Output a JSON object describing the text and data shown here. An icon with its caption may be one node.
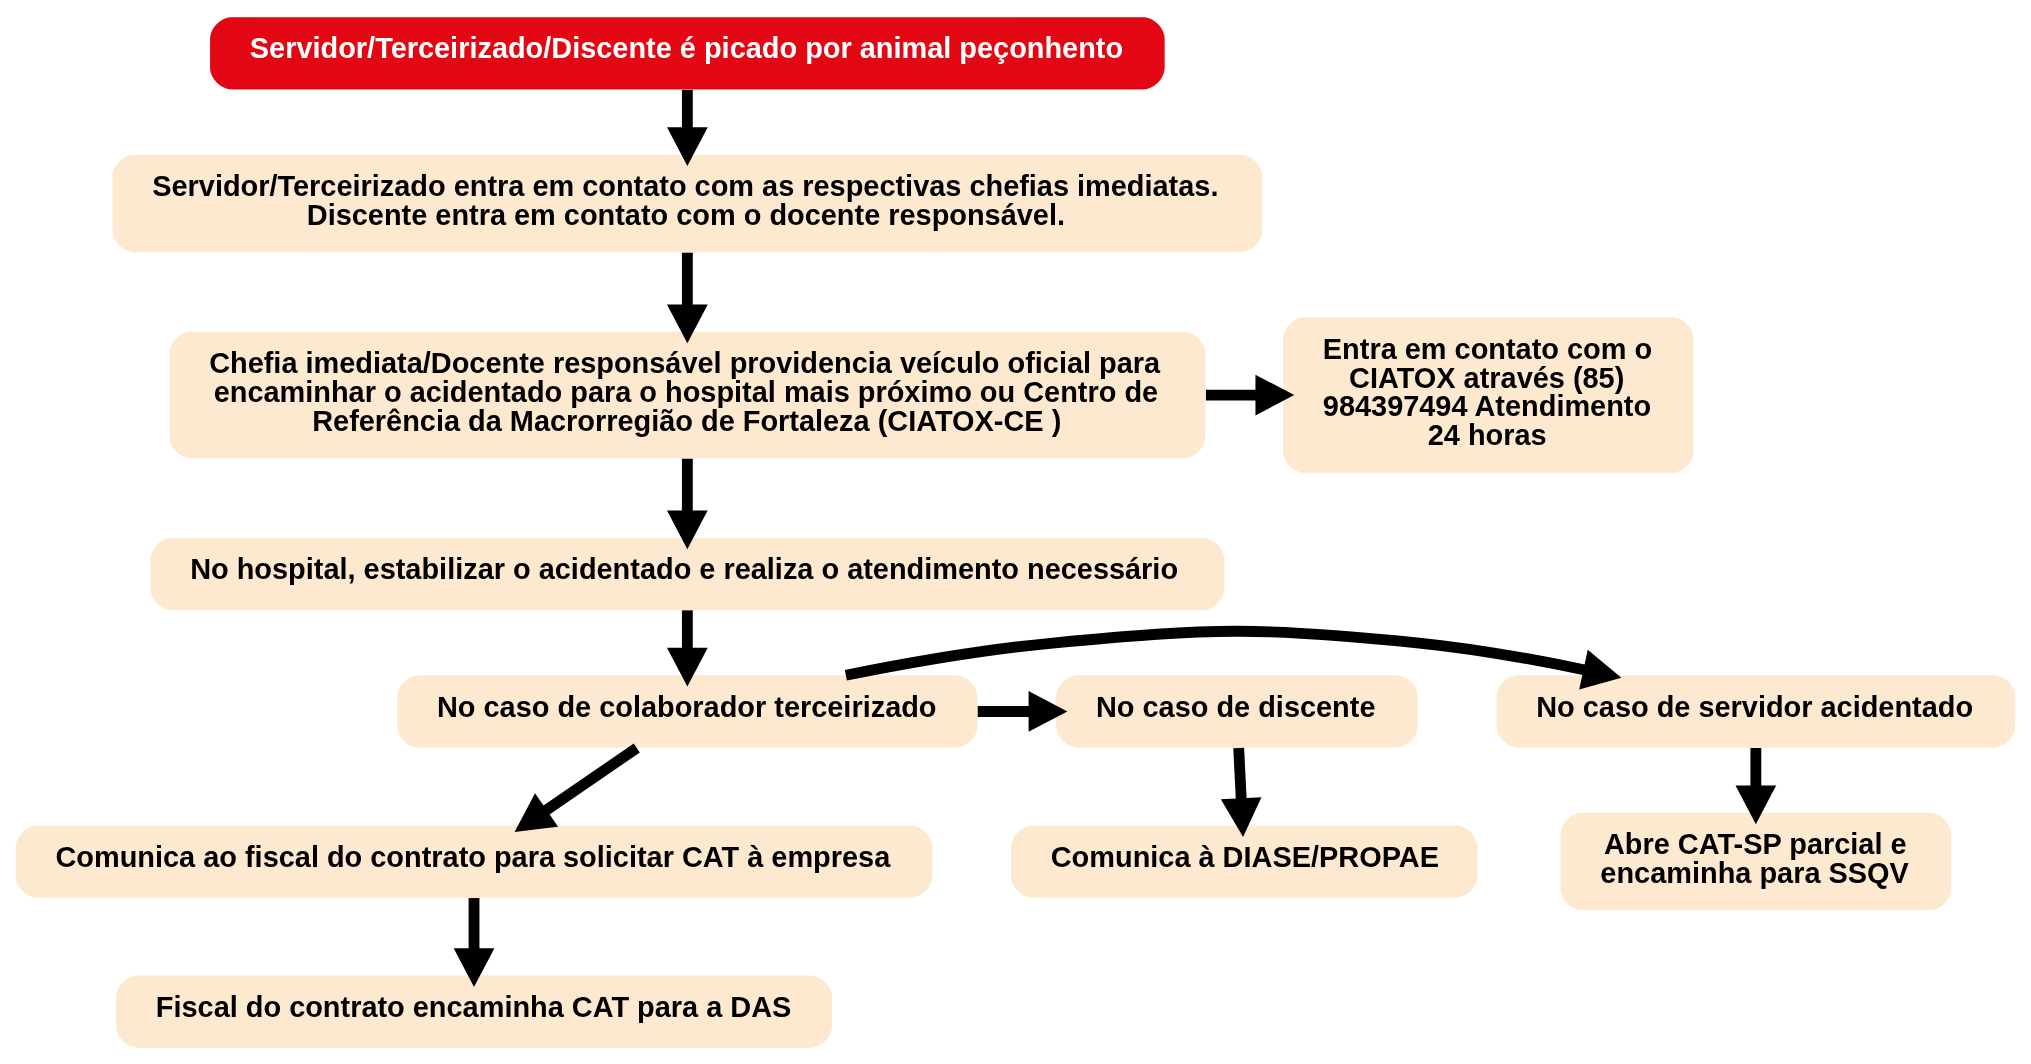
{
  "diagram": {
    "nodes": [
      {
        "text": [
          "Servidor/Terceirizado/Discente é picado por animal peçonhento"
        ]
      },
      {
        "text": [
          "Servidor/Terceirizado entra em contato com as respectivas chefias imediatas. Discente entra em contato com o docente responsável."
        ]
      },
      {
        "text": [
          "Chefia imediata/Docente responsável providencia veículo oficial para encaminhar o acidentado para o hospital mais próximo ou Centro de Referência da Macrorregião de Fortaleza (CIATOX-CE )"
        ]
      },
      {
        "text": [
          "Entra em contato com o CIATOX através (85) 984397494 Atendimento 24 horas"
        ]
      },
      {
        "text": [
          "No hospital, estabilizar o acidentado e realiza o atendimento necessário"
        ]
      },
      {
        "text": [
          "No caso de servidor acidentado"
        ]
      },
      {
        "text": [
          "No caso de colaborador terceirizado"
        ]
      },
      {
        "text": [
          "No caso de discente"
        ]
      },
      {
        "text": [
          "Abre CAT-SP parcial e encaminha para SSQV"
        ]
      },
      {
        "text": [
          "Comunica ao fiscal do contrato para solicitar CAT à empresa"
        ]
      },
      {
        "text": [
          "Comunica à DIASE/PROPAE"
        ]
      },
      {
        "text": [
          "Fiscal do contrato encaminha CAT para a DAS"
        ]
      }
    ],
    "edges": [
      {
        "from": 0,
        "to": 1,
        "arrow": "to"
      },
      {
        "from": 1,
        "to": 2,
        "arrow": "to"
      },
      {
        "from": 2,
        "to": 3,
        "arrow": "to"
      },
      {
        "from": 2,
        "to": 4,
        "arrow": "to"
      },
      {
        "from": 4,
        "to": 6,
        "arrow": "to"
      },
      {
        "from": 6,
        "to": 5,
        "arrow": "to"
      },
      {
        "from": 6,
        "to": 7,
        "arrow": "to"
      },
      {
        "from": 5,
        "to": 8,
        "arrow": "to"
      },
      {
        "from": 6,
        "to": 9,
        "arrow": "to"
      },
      {
        "from": 7,
        "to": 10,
        "arrow": "to"
      },
      {
        "from": 9,
        "to": 11,
        "arrow": "to"
      }
    ]
  }
}
